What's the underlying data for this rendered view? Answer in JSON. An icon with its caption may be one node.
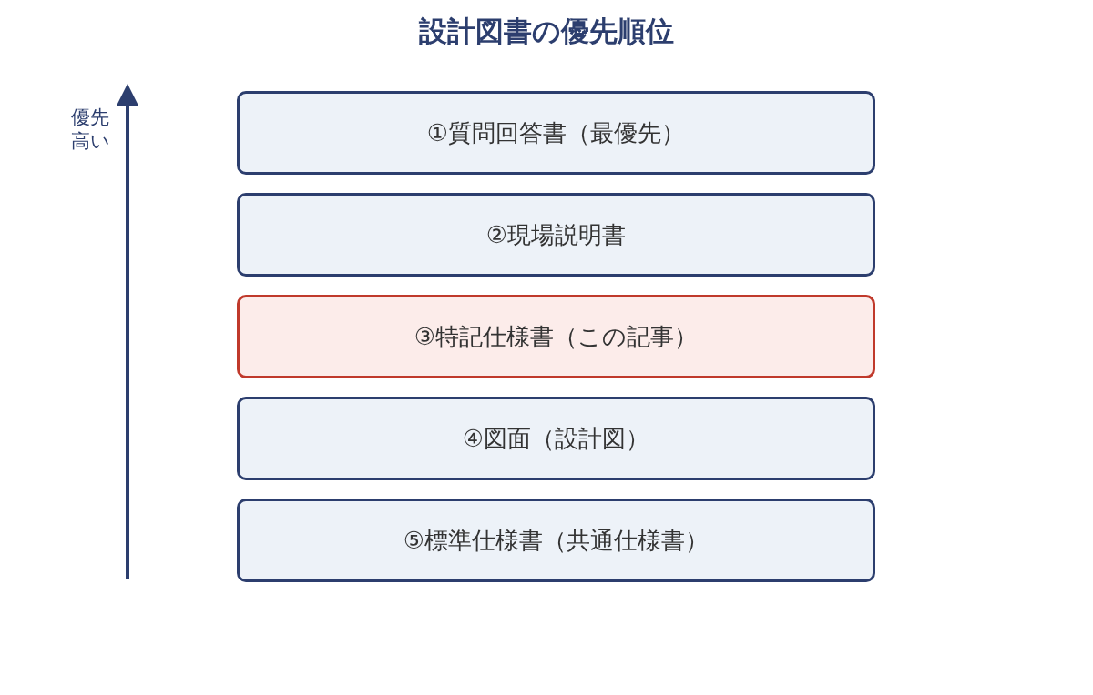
{
  "diagram": {
    "title": "設計図書の優先順位",
    "nodes": [
      {
        "text": [
          "①質問回答書（最優先）"
        ]
      },
      {
        "text": [
          "②現場説明書"
        ]
      },
      {
        "text": [
          "③特記仕様書（この記事）"
        ]
      },
      {
        "text": [
          "④図面（設計図）"
        ]
      },
      {
        "text": [
          "⑤標準仕様書（共通仕様書）"
        ]
      }
    ],
    "edges": [],
    "labels": [
      "優先高い"
    ]
  }
}
